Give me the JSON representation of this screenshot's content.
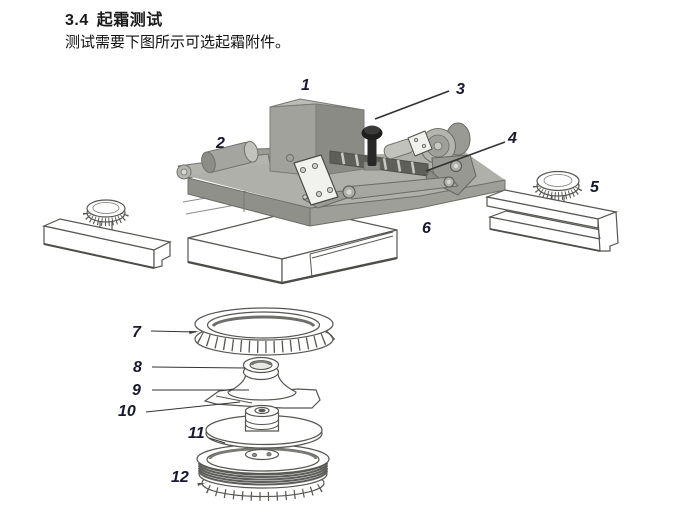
{
  "document": {
    "section_number": "3.4",
    "section_title": "起霜测试",
    "intro_text": "测试需要下图所示可选起霜附件。"
  },
  "figure": {
    "part_labels": [
      "1",
      "2",
      "3",
      "4",
      "5",
      "6",
      "7",
      "8",
      "9",
      "10",
      "11",
      "12"
    ]
  },
  "colors": {
    "page_background": "#ffffff",
    "label_text": "#181830",
    "machine_gray": "#a9a9a4",
    "machine_gray_dark": "#8d8d88",
    "machine_gray_light": "#c3c3be",
    "outline_stroke": "#565652",
    "knob_black": "#1f1f1d"
  }
}
